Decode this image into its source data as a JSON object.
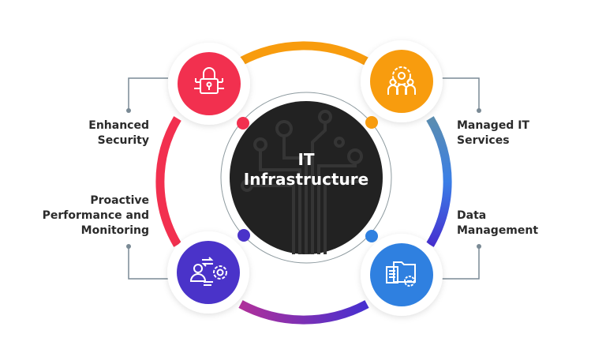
{
  "center": {
    "line1": "IT",
    "line2": "Infrastructure"
  },
  "nodes": [
    {
      "id": "security",
      "label_lines": [
        "Enhanced",
        "Security"
      ],
      "icon": "padlock-circuit-icon",
      "color": "#f2304f"
    },
    {
      "id": "managed",
      "label_lines": [
        "Managed IT",
        "Services"
      ],
      "icon": "team-gear-icon",
      "color": "#f89c0e"
    },
    {
      "id": "performance",
      "label_lines": [
        "Proactive",
        "Performance and",
        "Monitoring"
      ],
      "icon": "user-gear-exchange-icon",
      "color": "#4a33c9"
    },
    {
      "id": "data",
      "label_lines": [
        "Data",
        "Management"
      ],
      "icon": "folder-documents-gear-icon",
      "color": "#2f80e0"
    }
  ]
}
